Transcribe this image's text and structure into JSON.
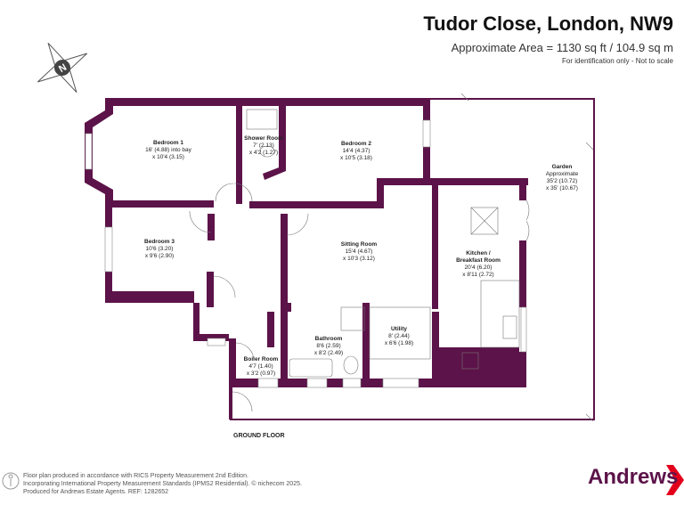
{
  "header": {
    "title": "Tudor Close, London, NW9",
    "area": "Approximate Area = 1130 sq ft / 104.9 sq m",
    "note": "For identification only - Not to scale"
  },
  "compass": {
    "label": "N"
  },
  "rooms": [
    {
      "name": "Bedroom 1",
      "dim1": "16' (4.88) into bay",
      "dim2": "x 10'4 (3.15)"
    },
    {
      "name": "Shower Room",
      "dim1": "7' (2.13)",
      "dim2": "x 4'2 (1.27)"
    },
    {
      "name": "Bedroom 2",
      "dim1": "14'4 (4.37)",
      "dim2": "x 10'5 (3.18)"
    },
    {
      "name": "Garden",
      "sub": "Approximate",
      "dim1": "35'2 (10.72)",
      "dim2": "x 35' (10.67)"
    },
    {
      "name": "Bedroom 3",
      "dim1": "10'6 (3.20)",
      "dim2": "x 9'6 (2.90)"
    },
    {
      "name": "Sitting Room",
      "dim1": "15'4 (4.67)",
      "dim2": "x 10'3 (3.12)"
    },
    {
      "name": "Kitchen /",
      "sub": "Breakfast Room",
      "dim1": "20'4 (6.20)",
      "dim2": "x 8'11 (2.72)"
    },
    {
      "name": "Utility",
      "dim1": "8' (2.44)",
      "dim2": "x 6'6 (1.98)"
    },
    {
      "name": "Bathroom",
      "dim1": "8'6 (2.59)",
      "dim2": "x 8'2 (2.49)"
    },
    {
      "name": "Boiler Room",
      "dim1": "4'7 (1.40)",
      "dim2": "x 3'2 (0.97)"
    }
  ],
  "floor_label": "GROUND FLOOR",
  "footer": {
    "line1": "Floor plan produced in accordance with RICS Property Measurement 2nd Edition.",
    "line2": "Incorporating International Property Measurement Standards (IPMS2 Residential).   © nichecom 2025.",
    "line3": "Produced for Andrews Estate Agents.    REF: 1282652"
  },
  "brand": {
    "name": "Andrews",
    "color": "#5c1349",
    "accent": "#e3001b"
  },
  "colors": {
    "wall": "#5c1349"
  }
}
